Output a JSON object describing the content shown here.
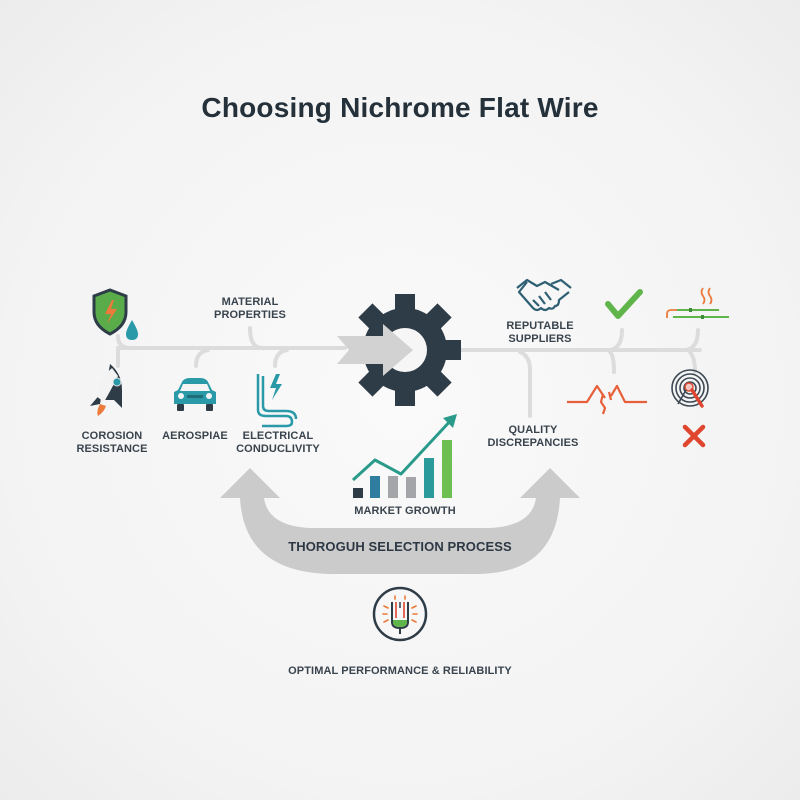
{
  "title": "Choosing Nichrome Flat Wire",
  "left_branch": {
    "header": "MATERIAL\nPROPERTIES",
    "header_line1": "MATERIAL",
    "header_line2": "PROPERTIES",
    "items": [
      {
        "line1": "COROSION",
        "line2": "RESISTANCE",
        "icon": "rocket-icon"
      },
      {
        "line1": "AEROSPIAE",
        "line2": "",
        "icon": "car-icon"
      },
      {
        "line1": "ELECTRICAL",
        "line2": "CONDUCLIVITY",
        "icon": "coiled-wire-lightning-icon"
      }
    ],
    "top_icon": "shield-lightning-droplet-icon"
  },
  "center": {
    "icon": "gear-arrow-icon",
    "market": {
      "label": "MARKET GROWTH",
      "icon": "bar-chart-trend-arrow-icon",
      "bars": [
        {
          "height": 10,
          "color": "#2e3c48"
        },
        {
          "height": 22,
          "color": "#2f7ea0"
        },
        {
          "height": 22,
          "color": "#a3a5a8"
        },
        {
          "height": 21,
          "color": "#a3a5a8"
        },
        {
          "height": 40,
          "color": "#2a9a9a"
        },
        {
          "height": 58,
          "color": "#6cbf50"
        }
      ]
    }
  },
  "right_branch": {
    "header_line1": "REPUTABLE",
    "header_line2": "SUPPLIERS",
    "header_icon": "handshake-icon",
    "top_icons": [
      "checkmark-icon",
      "hot-wire-icon"
    ],
    "quality_line1": "QUALITY",
    "quality_line2": "DISCREPANCIES",
    "bottom_icons": [
      "broken-zigzag-icon",
      "target-magnifier-icon",
      "x-mark-icon"
    ]
  },
  "process": {
    "label": "THOROGUH SELECTION PROCESS"
  },
  "outcome": {
    "icon": "heating-element-icon",
    "label": "OPTIMAL PERFORMANCE & RELIABILITY"
  },
  "colors": {
    "dark": "#2e3c48",
    "teal": "#2a9aa8",
    "green": "#5fb54a",
    "orange": "#ec7a3a",
    "red": "#e0462f",
    "gray_connector": "#d9d9d9",
    "gray_arrow": "#c8c8c8"
  }
}
